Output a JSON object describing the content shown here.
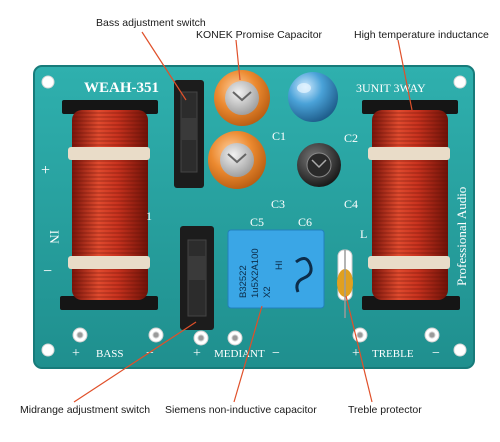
{
  "callouts": {
    "bass_switch": "Bass adjustment switch",
    "konek_cap": "KONEK Promise Capacitor",
    "inductance": "High temperature inductance",
    "midrange_switch": "Midrange adjustment switch",
    "siemens_cap": "Siemens non-inductive capacitor",
    "treble_protector": "Treble protector"
  },
  "board": {
    "model": "WEAH-351",
    "unit": "3UNIT 3WAY",
    "brand_side": "Professional Audio",
    "in_label": "IN",
    "in_plus": "+",
    "in_minus": "−",
    "bass": "BASS",
    "mediant": "MEDIANT",
    "treble": "TREBLE",
    "plus": "+",
    "minus": "−",
    "c1": "C1",
    "c2": "C2",
    "c3": "C3",
    "c4": "C4",
    "c5": "C5",
    "c6": "C6",
    "l1": "1",
    "l2": "L",
    "cap_line1": "B32522",
    "cap_line2": "1u5X2A100",
    "cap_line3": "X2",
    "cap_line4": "HI"
  },
  "colors": {
    "pcb": "#2aa0a0",
    "coil": "#c8321e",
    "switch": "#1c1c1c",
    "orange_cap": "#e8842a",
    "blue_cap": "#4a9ed0",
    "siemens": "#3aa6e6",
    "protector": "#e0a020"
  }
}
